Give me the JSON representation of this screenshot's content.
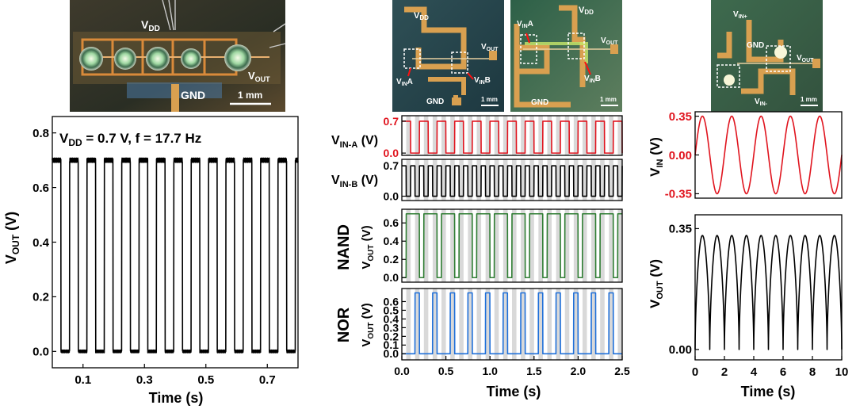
{
  "photos": {
    "ring": {
      "vdd": "V",
      "vdd_sub": "DD",
      "vout": "V",
      "vout_sub": "OUT",
      "gnd": "GND",
      "scale": "1 mm"
    },
    "nand": {
      "vdd": "V",
      "vdd_sub": "DD",
      "vout": "V",
      "vout_sub": "OUT",
      "vina": "V",
      "vina_sub": "IN",
      "vina_suf": "A",
      "vinb": "V",
      "vinb_sub": "IN",
      "vinb_suf": "B",
      "gnd": "GND",
      "scale": "1 mm"
    },
    "nor": {
      "vdd": "V",
      "vdd_sub": "DD",
      "vout": "V",
      "vout_sub": "OUT",
      "vina": "V",
      "vina_sub": "IN",
      "vina_suf": "A",
      "vinb": "V",
      "vinb_sub": "IN",
      "vinb_suf": "B",
      "gnd": "GND",
      "scale": "1 mm"
    },
    "amp": {
      "vinp": "V",
      "vinp_sub": "IN+",
      "vinm": "V",
      "vinm_sub": "IN-",
      "vout": "V",
      "vout_sub": "OUT",
      "gnd": "GND",
      "scale": "1 mm"
    }
  },
  "chart_data": [
    {
      "id": "ring",
      "type": "line",
      "annotation": "V_DD = 0.7 V, f = 17.7 Hz",
      "annotation_parts": {
        "v": "V",
        "sub": "DD",
        "rest": " = 0.7 V, f = 17.7 Hz"
      },
      "xlabel": "Time (s)",
      "ylabel": "V_OUT (V)",
      "ylabel_parts": {
        "v": "V",
        "sub": "OUT",
        "unit": " (V)"
      },
      "xlim": [
        0.0,
        0.8
      ],
      "ylim": [
        -0.06,
        0.86
      ],
      "xticks": [
        0.1,
        0.3,
        0.5,
        0.7
      ],
      "xtick_labels": [
        "0.1",
        "0.3",
        "0.5",
        "0.7"
      ],
      "yticks": [
        0.0,
        0.2,
        0.4,
        0.6,
        0.8
      ],
      "ytick_labels": [
        "0.0",
        "0.2",
        "0.4",
        "0.6",
        "0.8"
      ],
      "series": [
        {
          "color": "#000000",
          "wave": "square",
          "low": 0.0,
          "high": 0.7,
          "frequency_hz": 17.7,
          "duty": 0.5
        }
      ]
    },
    {
      "id": "vina",
      "type": "line",
      "ylabel": "V_IN-A (V)",
      "ylabel_parts": {
        "v": "V",
        "sub": "IN-A",
        "unit": " (V)"
      },
      "xlim": [
        0.0,
        2.5
      ],
      "ylim": [
        -0.05,
        0.82
      ],
      "yticks": [
        0.0,
        0.7
      ],
      "ytick_labels": [
        "0.0",
        "0.7"
      ],
      "series": [
        {
          "color": "#e0141e",
          "wave": "square",
          "low": 0.0,
          "high": 0.7,
          "frequency_hz": 5.0,
          "duty": 0.5
        }
      ]
    },
    {
      "id": "vinb",
      "type": "line",
      "ylabel": "V_IN-B (V)",
      "ylabel_parts": {
        "v": "V",
        "sub": "IN-B",
        "unit": " (V)"
      },
      "xlim": [
        0.0,
        2.5
      ],
      "ylim": [
        -0.1,
        0.85
      ],
      "yticks": [
        0.0,
        0.7
      ],
      "ytick_labels": [
        "0.0",
        "0.7"
      ],
      "series": [
        {
          "color": "#000000",
          "wave": "square",
          "low": 0.0,
          "high": 0.7,
          "frequency_hz": 10.0,
          "duty": 0.5
        }
      ]
    },
    {
      "id": "nand",
      "type": "line",
      "side_label": "NAND",
      "ylabel": "V_OUT (V)",
      "ylabel_parts": {
        "v": "V",
        "sub": "OUT",
        "unit": " (V)"
      },
      "xlim": [
        0.0,
        2.5
      ],
      "ylim": [
        -0.05,
        0.75
      ],
      "yticks": [
        0.0,
        0.2,
        0.4,
        0.6
      ],
      "ytick_labels": [
        "0.0",
        "0.2",
        "0.4",
        "0.6"
      ],
      "series": [
        {
          "color": "#2e7d32",
          "wave": "nand",
          "low": 0.0,
          "high": 0.7
        }
      ]
    },
    {
      "id": "nor",
      "type": "line",
      "side_label": "NOR",
      "ylabel": "V_OUT (V)",
      "ylabel_parts": {
        "v": "V",
        "sub": "OUT",
        "unit": " (V)"
      },
      "xlim": [
        0.0,
        2.5
      ],
      "ylim": [
        -0.07,
        0.75
      ],
      "xlabel": "Time (s)",
      "xticks": [
        0.0,
        0.5,
        1.0,
        1.5,
        2.0,
        2.5
      ],
      "xtick_labels": [
        "0.0",
        "0.5",
        "1.0",
        "1.5",
        "2.0",
        "2.5"
      ],
      "yticks": [
        0.0,
        0.1,
        0.2,
        0.3,
        0.4,
        0.5,
        0.6
      ],
      "ytick_labels": [
        "0.0",
        "0.1",
        "0.2",
        "0.3",
        "0.4",
        "0.5",
        "0.6"
      ],
      "series": [
        {
          "color": "#1e6fd9",
          "wave": "nor",
          "low": 0.0,
          "high": 0.7
        }
      ]
    },
    {
      "id": "vin_amp",
      "type": "line",
      "ylabel": "V_IN (V)",
      "ylabel_parts": {
        "v": "V",
        "sub": "IN",
        "unit": " (V)"
      },
      "xlim": [
        0.0,
        10.0
      ],
      "ylim": [
        -0.39,
        0.39
      ],
      "yticks": [
        -0.35,
        0.0,
        0.35
      ],
      "ytick_labels": [
        "-0.35",
        "0.00",
        "0.35"
      ],
      "series": [
        {
          "color": "#e0141e",
          "wave": "sine",
          "amplitude": 0.35,
          "period_s": 2.0
        }
      ]
    },
    {
      "id": "vout_amp",
      "type": "line",
      "xlabel": "Time (s)",
      "ylabel": "V_OUT (V)",
      "ylabel_parts": {
        "v": "V",
        "sub": "OUT",
        "unit": " (V)"
      },
      "xlim": [
        0.0,
        10.0
      ],
      "ylim": [
        -0.03,
        0.39
      ],
      "xticks": [
        0,
        2,
        4,
        6,
        8,
        10
      ],
      "xtick_labels": [
        "0",
        "2",
        "4",
        "6",
        "8",
        "10"
      ],
      "yticks": [
        0.0,
        0.35
      ],
      "ytick_labels": [
        "0.00",
        "0.35"
      ],
      "series": [
        {
          "color": "#000000",
          "wave": "pulse",
          "peak": 0.33,
          "trough": 0.0,
          "period_s": 1.0
        }
      ]
    }
  ]
}
